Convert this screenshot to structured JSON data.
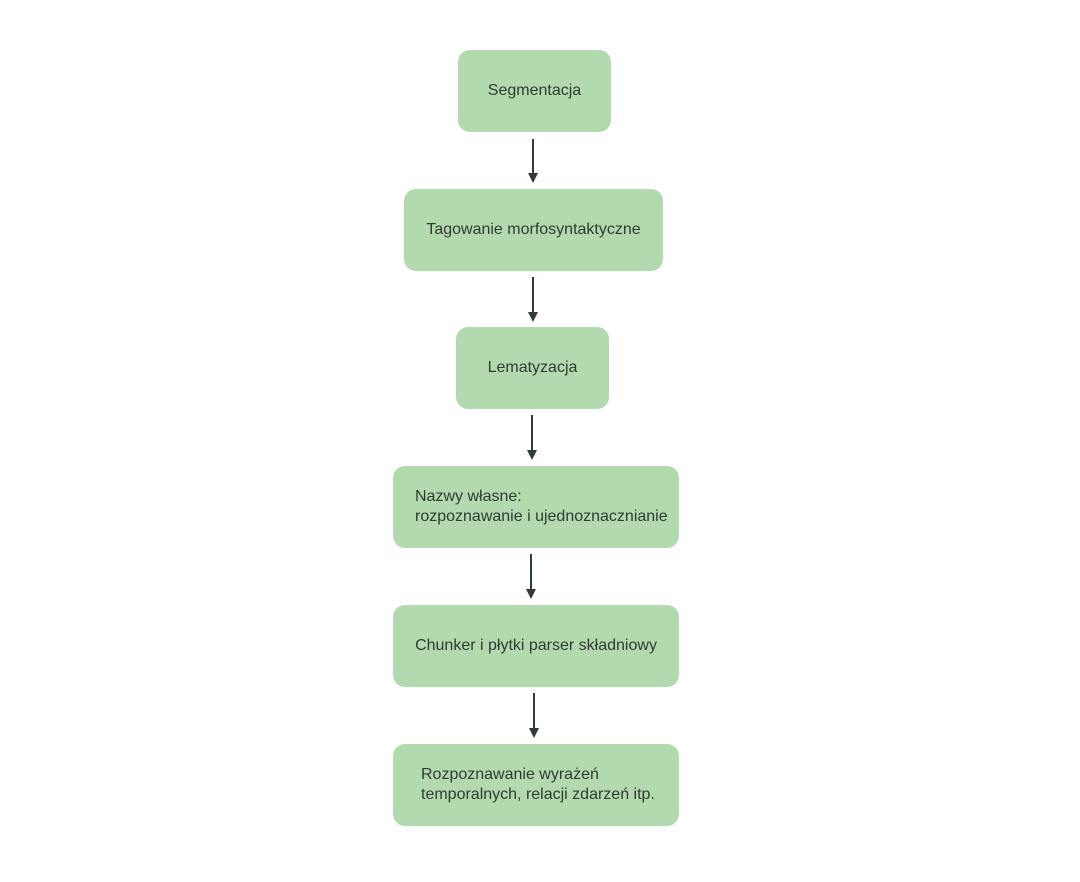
{
  "diagram": {
    "type": "flowchart",
    "direction": "top-to-bottom",
    "colors": {
      "node_fill": "#b3d9ae",
      "text": "#2f3b33",
      "arrow": "#2f3b33",
      "background": "#ffffff"
    },
    "nodes": [
      {
        "id": "segmentacja",
        "lines": [
          "Segmentacja"
        ]
      },
      {
        "id": "tagowanie",
        "lines": [
          "Tagowanie morfosyntaktyczne"
        ]
      },
      {
        "id": "lematyzacja",
        "lines": [
          "Lematyzacja"
        ]
      },
      {
        "id": "nazwy-wlasne",
        "lines": [
          "Nazwy własne:",
          "rozpoznawanie i ujednoznacznianie"
        ]
      },
      {
        "id": "chunker",
        "lines": [
          "Chunker i płytki parser składniowy"
        ]
      },
      {
        "id": "wyrazenia-temporalne",
        "lines": [
          "Rozpoznawanie wyrażeń",
          "temporalnych, relacji zdarzeń itp."
        ]
      }
    ],
    "edges": [
      {
        "from": "segmentacja",
        "to": "tagowanie"
      },
      {
        "from": "tagowanie",
        "to": "lematyzacja"
      },
      {
        "from": "lematyzacja",
        "to": "nazwy-wlasne"
      },
      {
        "from": "nazwy-wlasne",
        "to": "chunker"
      },
      {
        "from": "chunker",
        "to": "wyrazenia-temporalne"
      }
    ]
  }
}
